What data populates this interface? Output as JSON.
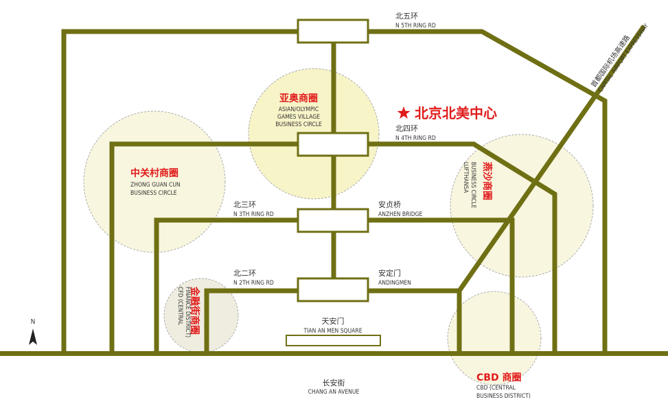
{
  "colors": {
    "road": "#6f6f14",
    "zone_fill": "#f8f6df",
    "zone_fill_asian": "#f7f4c8",
    "zone_border": "#aaaaaa",
    "brand_red": "#e11b1b",
    "text": "#333333"
  },
  "compass": {
    "label": "N"
  },
  "center": {
    "label": "北京北美中心",
    "icon": "star-icon"
  },
  "roads": {
    "n5": {
      "cn": "北五环",
      "en": "N 5TH RING RD"
    },
    "n4": {
      "cn": "北四环",
      "en": "N 4TH RING RD"
    },
    "n3": {
      "cn": "北三环",
      "en": "N 3TH RING RD"
    },
    "n2": {
      "cn": "北二环",
      "en": "N 2TH RING RD"
    },
    "anzhen": {
      "cn": "安贞桥",
      "en": "ANZHEN BRIDGE"
    },
    "anding": {
      "cn": "安定门",
      "en": "ANDINGMEN"
    },
    "tiananmen": {
      "cn": "天安门",
      "en": "TIAN AN MEN SQUARE"
    },
    "changan": {
      "cn": "长安街",
      "en": "CHANG AN AVENUE"
    },
    "airport": {
      "cn": "首都国际机场高速路",
      "en": "CAPITAL AIRPORT EXPRESSWAY"
    }
  },
  "zones": {
    "asian": {
      "cn": "亚奥商圈",
      "en1": "ASIAN/OLYMPIC",
      "en2": "GAMES VILLAGE",
      "en3": "BUSINESS CIRCLE"
    },
    "zhongguancun": {
      "cn": "中关村商圈",
      "en1": "ZHONG GUAN CUN",
      "en2": "BUSINESS CIRCLE"
    },
    "lufthansa": {
      "cn": "燕沙商圈",
      "en1": "LUFTHANSA",
      "en2": "BUSINESS CIRCLE"
    },
    "finance": {
      "cn": "金融街商圈",
      "en1": "CFD (CENTRAL",
      "en2": "FINANCE DISTRICT)"
    },
    "cbd": {
      "cn": "CBD 商圈",
      "en1": "CBD (CENTRAL",
      "en2": "BUSINESS DISTRICT)"
    }
  }
}
